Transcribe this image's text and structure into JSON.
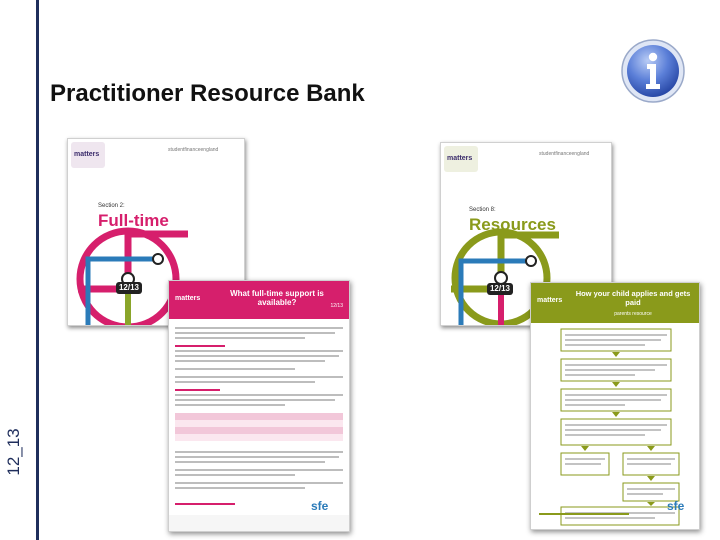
{
  "slide": {
    "side_label": "12_13",
    "title": "Practitioner Resource Bank"
  },
  "colors": {
    "accent_rule": "#1f2e5c",
    "fulltime_theme": "#d61f6c",
    "resources_theme": "#8a9a1b",
    "info_icon": "#4a6fd0"
  },
  "documents": [
    {
      "cover": {
        "brand": "matters",
        "partner": "studentfinanceengland",
        "section_label": "Section 2:",
        "section_title": "Full-time",
        "badge": "12/13"
      },
      "card": {
        "title": "What full-time support is available?",
        "badge": "12/13",
        "brand": "matters",
        "footer_logo": "sfe"
      }
    },
    {
      "cover": {
        "brand": "matters",
        "partner": "studentfinanceengland",
        "section_label": "Section 8:",
        "section_title": "Resources",
        "badge": "12/13"
      },
      "card": {
        "title": "How your child applies and gets paid",
        "subtitle": "parents resource",
        "brand": "matters",
        "footer_logo": "sfe"
      }
    }
  ],
  "icons": {
    "info": "info-icon"
  }
}
